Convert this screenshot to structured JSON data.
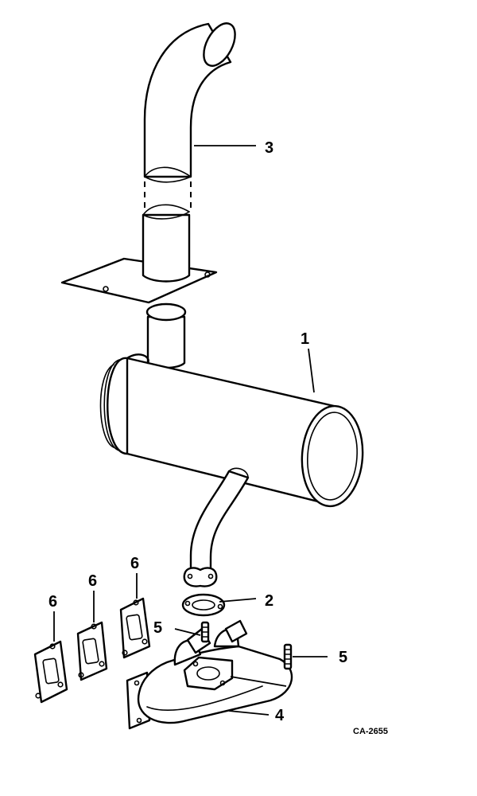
{
  "callouts": {
    "c1": "1",
    "c2": "2",
    "c3": "3",
    "c4": "4",
    "c5a": "5",
    "c5b": "5",
    "c6a": "6",
    "c6b": "6",
    "c6c": "6"
  },
  "drawing_code": "CA-2655"
}
